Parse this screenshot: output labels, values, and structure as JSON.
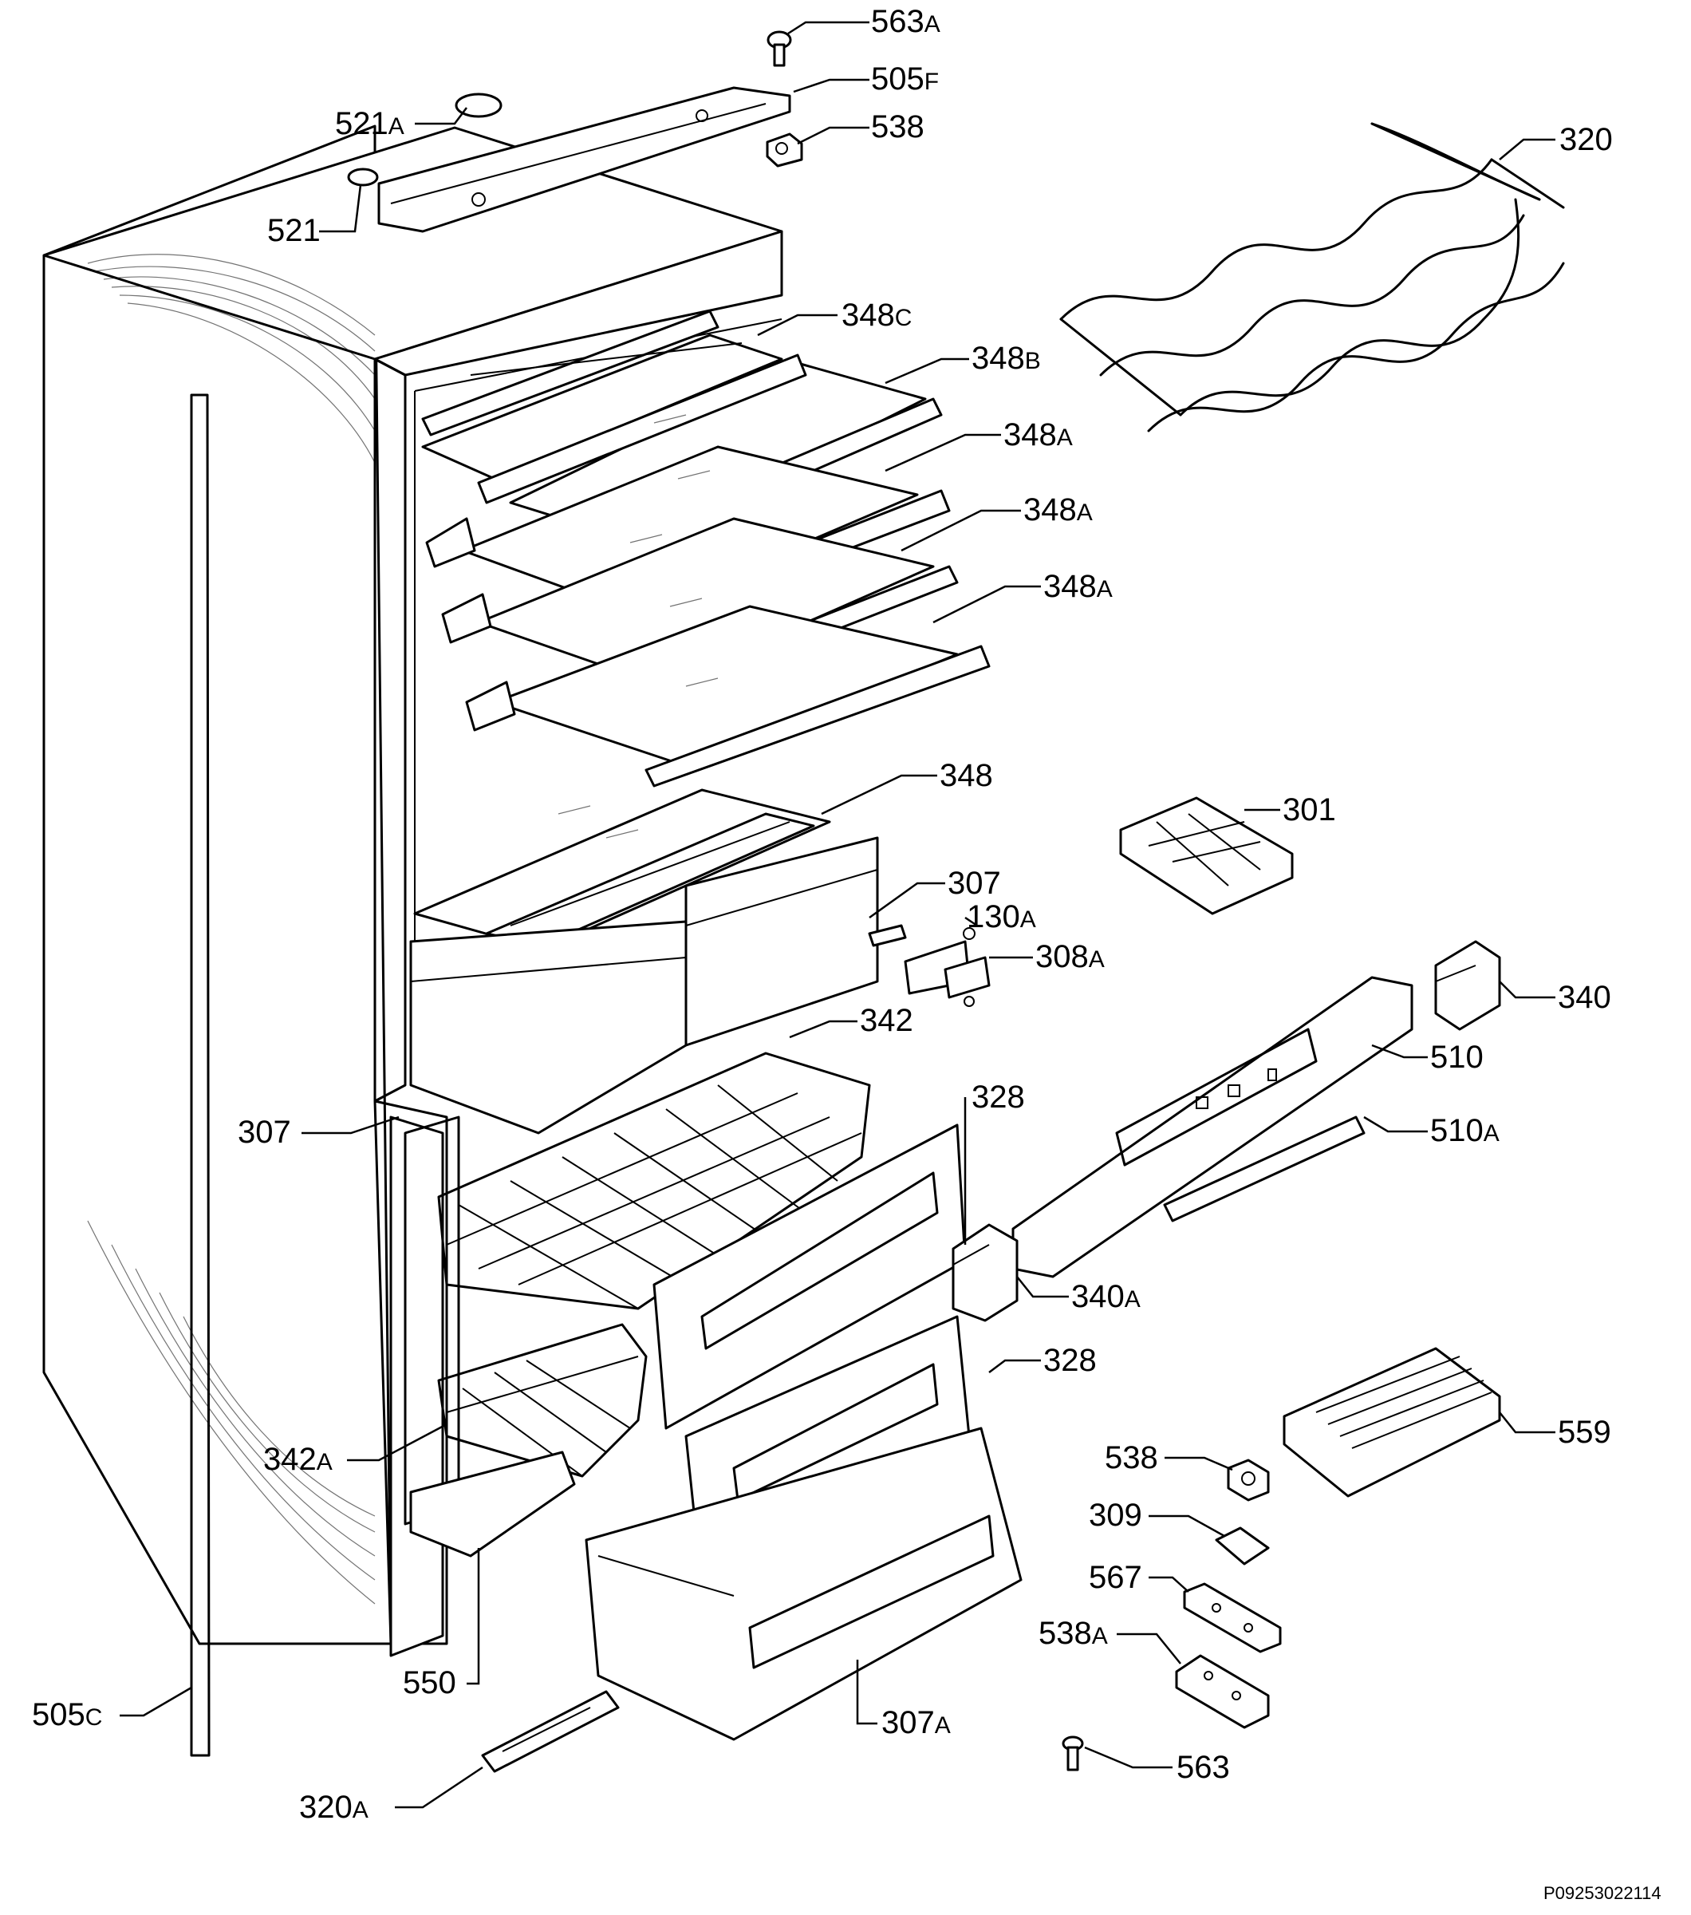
{
  "diagram": {
    "document_code": "P09253022114"
  },
  "labels": [
    {
      "id": "563A",
      "num": "563",
      "suffix": "A"
    },
    {
      "id": "505F",
      "num": "505",
      "suffix": "F"
    },
    {
      "id": "521A",
      "num": "521",
      "suffix": "A"
    },
    {
      "id": "538T",
      "num": "538",
      "suffix": ""
    },
    {
      "id": "521",
      "num": "521",
      "suffix": ""
    },
    {
      "id": "320",
      "num": "320",
      "suffix": ""
    },
    {
      "id": "348C",
      "num": "348",
      "suffix": "C"
    },
    {
      "id": "348B",
      "num": "348",
      "suffix": "B"
    },
    {
      "id": "348A1",
      "num": "348",
      "suffix": "A"
    },
    {
      "id": "348A2",
      "num": "348",
      "suffix": "A"
    },
    {
      "id": "348A3",
      "num": "348",
      "suffix": "A"
    },
    {
      "id": "348",
      "num": "348",
      "suffix": ""
    },
    {
      "id": "301",
      "num": "301",
      "suffix": ""
    },
    {
      "id": "307T",
      "num": "307",
      "suffix": ""
    },
    {
      "id": "130A",
      "num": "130",
      "suffix": "A"
    },
    {
      "id": "308A",
      "num": "308",
      "suffix": "A"
    },
    {
      "id": "340",
      "num": "340",
      "suffix": ""
    },
    {
      "id": "342",
      "num": "342",
      "suffix": ""
    },
    {
      "id": "510",
      "num": "510",
      "suffix": ""
    },
    {
      "id": "328T",
      "num": "328",
      "suffix": ""
    },
    {
      "id": "510A",
      "num": "510",
      "suffix": "A"
    },
    {
      "id": "307L",
      "num": "307",
      "suffix": ""
    },
    {
      "id": "340A",
      "num": "340",
      "suffix": "A"
    },
    {
      "id": "328B",
      "num": "328",
      "suffix": ""
    },
    {
      "id": "559",
      "num": "559",
      "suffix": ""
    },
    {
      "id": "538M",
      "num": "538",
      "suffix": ""
    },
    {
      "id": "342A",
      "num": "342",
      "suffix": "A"
    },
    {
      "id": "309",
      "num": "309",
      "suffix": ""
    },
    {
      "id": "567",
      "num": "567",
      "suffix": ""
    },
    {
      "id": "538A",
      "num": "538",
      "suffix": "A"
    },
    {
      "id": "550",
      "num": "550",
      "suffix": ""
    },
    {
      "id": "505C",
      "num": "505",
      "suffix": "C"
    },
    {
      "id": "307A",
      "num": "307",
      "suffix": "A"
    },
    {
      "id": "563",
      "num": "563",
      "suffix": ""
    },
    {
      "id": "320A",
      "num": "320",
      "suffix": "A"
    }
  ]
}
